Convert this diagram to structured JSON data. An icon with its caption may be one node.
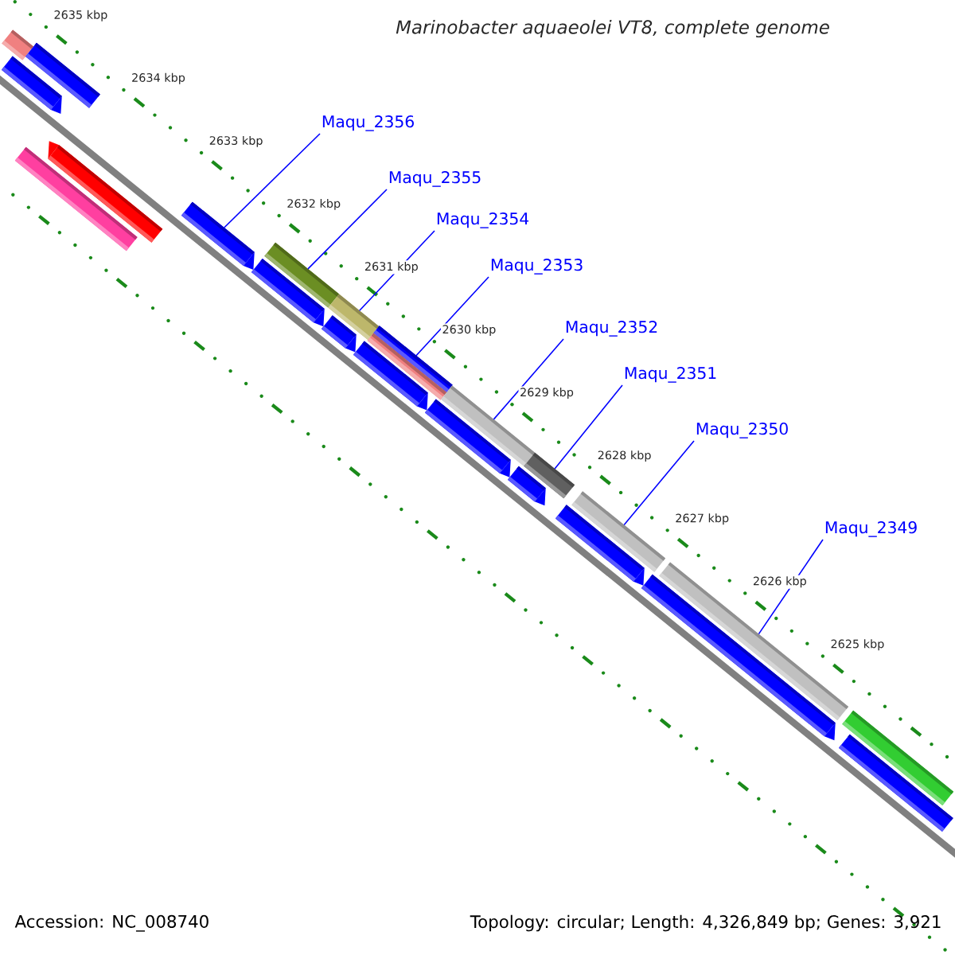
{
  "diagram": {
    "title": "Marinobacter aquaeolei VT8, complete genome",
    "nodes": [
      {
        "text": [
          "Maqu_2356"
        ]
      },
      {
        "text": [
          "Maqu_2355"
        ]
      },
      {
        "text": [
          "Maqu_2354"
        ]
      },
      {
        "text": [
          "Maqu_2353"
        ]
      },
      {
        "text": [
          "Maqu_2352"
        ]
      },
      {
        "text": [
          "Maqu_2351"
        ]
      },
      {
        "text": [
          "Maqu_2350"
        ]
      },
      {
        "text": [
          "Maqu_2349"
        ]
      },
      {
        "text": [],
        "shape": "arrow"
      },
      {
        "text": [],
        "shape": "bar"
      },
      {
        "text": [],
        "shape": "bar"
      },
      {
        "text": [],
        "shape": "bar"
      },
      {
        "text": [],
        "shape": "arrow"
      },
      {
        "text": [],
        "shape": "arrow"
      },
      {
        "text": [],
        "shape": "bar"
      },
      {
        "text": [],
        "shape": "arrow"
      },
      {
        "text": [],
        "shape": "bar"
      },
      {
        "text": [],
        "shape": "arrow"
      },
      {
        "text": [],
        "shape": "arrow"
      },
      {
        "text": [],
        "shape": "bar"
      },
      {
        "text": [],
        "shape": "bar"
      },
      {
        "text": [],
        "shape": "arrow"
      },
      {
        "text": [],
        "shape": "bar"
      },
      {
        "text": [],
        "shape": "arrow"
      },
      {
        "text": [],
        "shape": "bar"
      },
      {
        "text": [],
        "shape": "arrow"
      },
      {
        "text": [],
        "shape": "bar"
      },
      {
        "text": [],
        "shape": "arrow"
      },
      {
        "text": [],
        "shape": "bar"
      },
      {
        "text": [],
        "shape": "bar"
      },
      {
        "text": [],
        "shape": "bar"
      }
    ],
    "edges": [
      {
        "from": 0,
        "to": 13,
        "arrow": "none"
      },
      {
        "from": 1,
        "to": 14,
        "arrow": "none"
      },
      {
        "from": 2,
        "to": 16,
        "arrow": "none"
      },
      {
        "from": 3,
        "to": 19,
        "arrow": "none"
      },
      {
        "from": 4,
        "to": 22,
        "arrow": "none"
      },
      {
        "from": 5,
        "to": 24,
        "arrow": "none"
      },
      {
        "from": 6,
        "to": 26,
        "arrow": "none"
      },
      {
        "from": 7,
        "to": 28,
        "arrow": "none"
      }
    ],
    "labels": [
      "2635 kbp",
      "2634 kbp",
      "2633 kbp",
      "2632 kbp",
      "2631 kbp",
      "2630 kbp",
      "2629 kbp",
      "2628 kbp",
      "2627 kbp",
      "2626 kbp",
      "2625 kbp",
      "Accession: NC_008740",
      "Topology: circular; Length: 4,326,849 bp; Genes: 3,921"
    ]
  }
}
